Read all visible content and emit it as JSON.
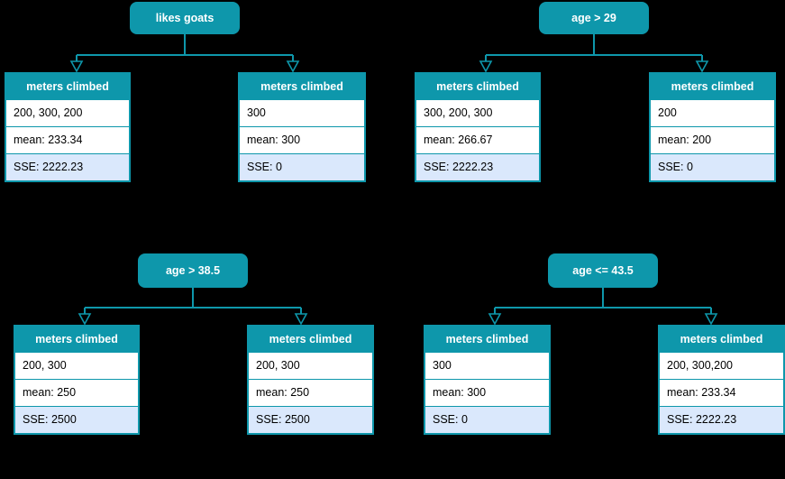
{
  "colors": {
    "accent": "#0e97ab",
    "row_alt": "#dae8fc",
    "bg": "#000000",
    "node_text": "#ffffff",
    "row_text": "#000000"
  },
  "trees": [
    {
      "root_label": "likes goats",
      "left": {
        "header": "meters climbed",
        "rows": [
          "200, 300, 200",
          "mean: 233.34",
          "SSE: 2222.23"
        ]
      },
      "right": {
        "header": "meters climbed",
        "rows": [
          "300",
          "mean: 300",
          "SSE: 0"
        ]
      }
    },
    {
      "root_label": "age > 29",
      "left": {
        "header": "meters climbed",
        "rows": [
          "300, 200, 300",
          "mean: 266.67",
          "SSE: 2222.23"
        ]
      },
      "right": {
        "header": "meters climbed",
        "rows": [
          "200",
          "mean: 200",
          "SSE: 0"
        ]
      }
    },
    {
      "root_label": "age > 38.5",
      "left": {
        "header": "meters climbed",
        "rows": [
          "200, 300",
          "mean: 250",
          "SSE: 2500"
        ]
      },
      "right": {
        "header": "meters climbed",
        "rows": [
          "200, 300",
          "mean: 250",
          "SSE: 2500"
        ]
      }
    },
    {
      "root_label": "age <= 43.5",
      "left": {
        "header": "meters climbed",
        "rows": [
          "300",
          "mean: 300",
          "SSE: 0"
        ]
      },
      "right": {
        "header": "meters climbed",
        "rows": [
          "200, 300,200",
          "mean: 233.34",
          "SSE: 2222.23"
        ]
      }
    }
  ]
}
